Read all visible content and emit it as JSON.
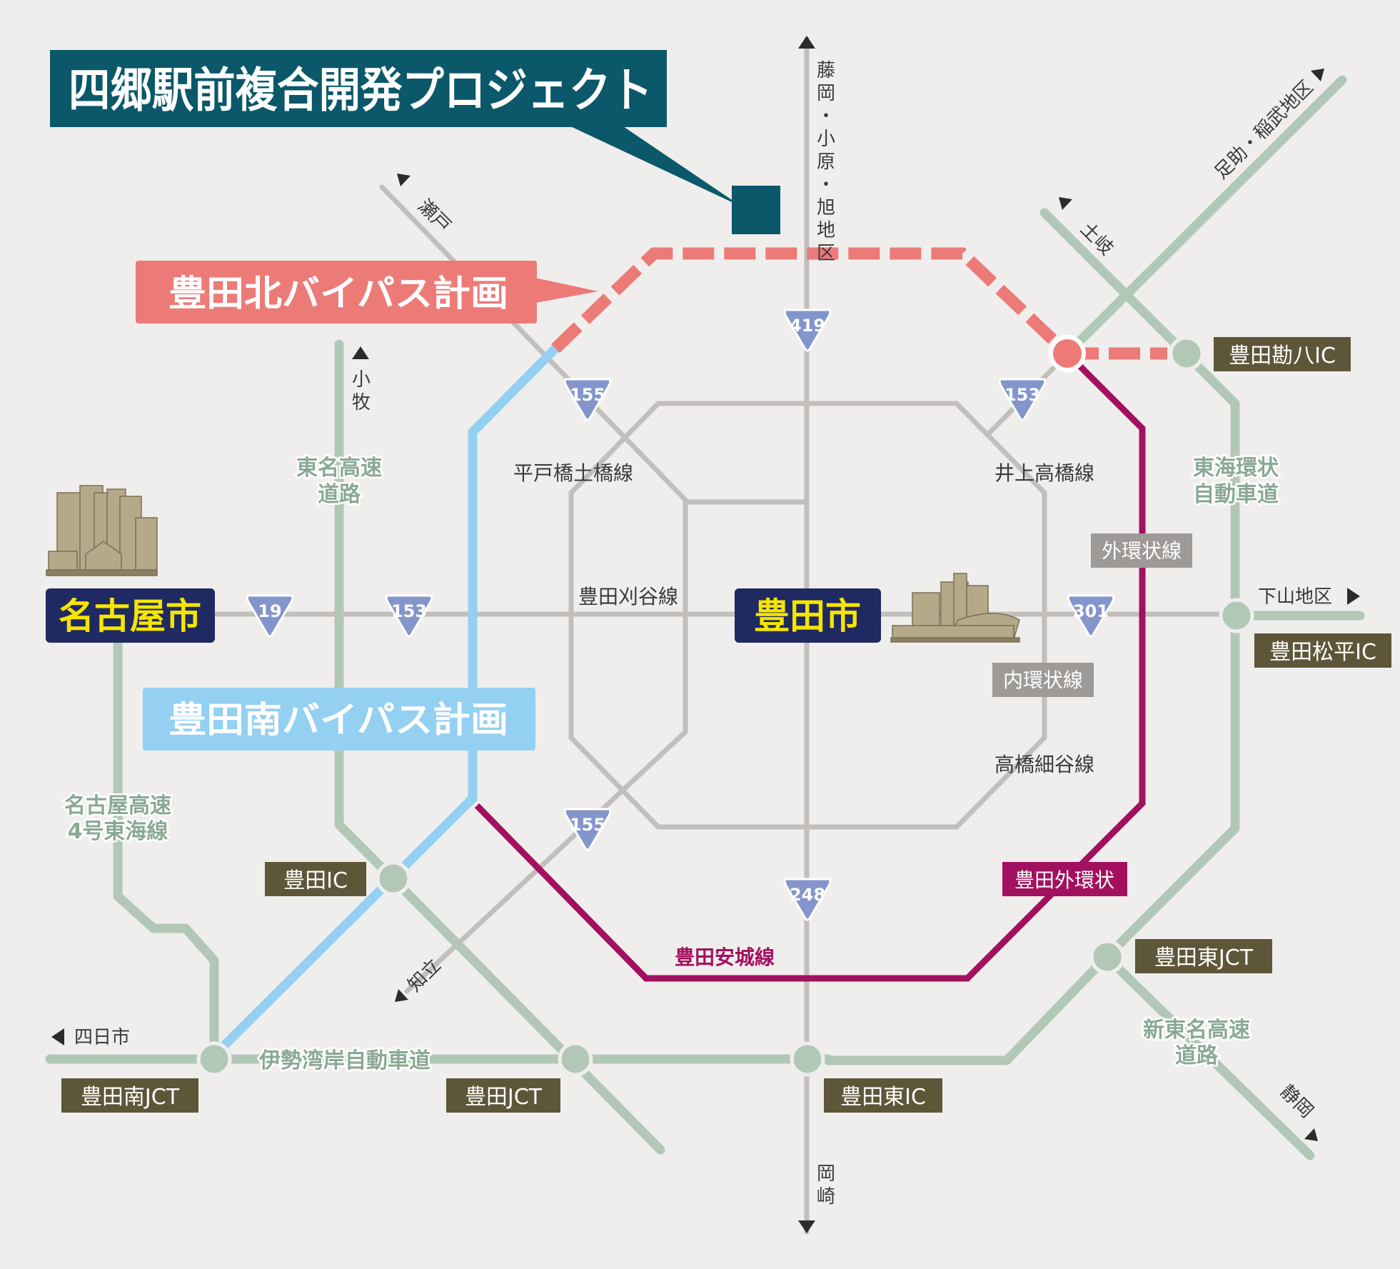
{
  "title": "四郷駅前複合開発プロジェクト",
  "bypass": {
    "north": "豊田北バイパス計画",
    "south": "豊田南バイパス計画"
  },
  "cities": {
    "nagoya": "名古屋市",
    "toyota": "豊田市"
  },
  "interchanges": {
    "kanpachi": "豊田勘八IC",
    "matsudaira": "豊田松平IC",
    "ic": "豊田IC",
    "higashi_jct": "豊田東JCT",
    "minami_jct": "豊田南JCT",
    "jct": "豊田JCT",
    "higashi_ic": "豊田東IC"
  },
  "roads": {
    "tomei": "東名高速道路",
    "tokai_kanjo": "東海環状自動車道",
    "nagoya_4": "名古屋高速4号東海線",
    "isewan": "伊勢湾岸自動車道",
    "shin_tomei": "新東名高速道路",
    "hirato": "平戸橋土橋線",
    "inoue": "井上高橋線",
    "kariya": "豊田刈谷線",
    "takahashi": "高橋細谷線",
    "soto_kanjo": "外環状線",
    "uchi_kanjo": "内環状線",
    "soto_kanjo_toyota": "豊田外環状",
    "anjo": "豊田安城線"
  },
  "routes": {
    "r419": "419",
    "r155a": "155",
    "r153a": "153",
    "r19": "19",
    "r153b": "153",
    "r301": "301",
    "r155b": "155",
    "r248": "248"
  },
  "directions": {
    "fujioka": "藤岡・小原・旭地区",
    "seto": "瀬戸",
    "asuke": "足助・稲武地区",
    "toki": "土岐",
    "komaki": "小牧",
    "shimoyama": "下山地区",
    "yokkaichi": "四日市",
    "chiryu": "知立",
    "okazaki": "岡崎",
    "shizuoka": "静岡"
  },
  "colors": {
    "background": "#f0eeed",
    "gray_road": "#c2bebc",
    "expressway": "#b2c8b6",
    "expressway_text": "#8aa994",
    "north_bypass": "#ec7b78",
    "south_bypass": "#93d0f2",
    "outer_ring": "#a2115f",
    "title_bg": "#0a5869",
    "city_bg": "#1f2a62",
    "city_text": "#f6e500",
    "ic_bg": "#5e5638",
    "route_shield": "#8395cb",
    "gray_label": "#9e9a97"
  }
}
